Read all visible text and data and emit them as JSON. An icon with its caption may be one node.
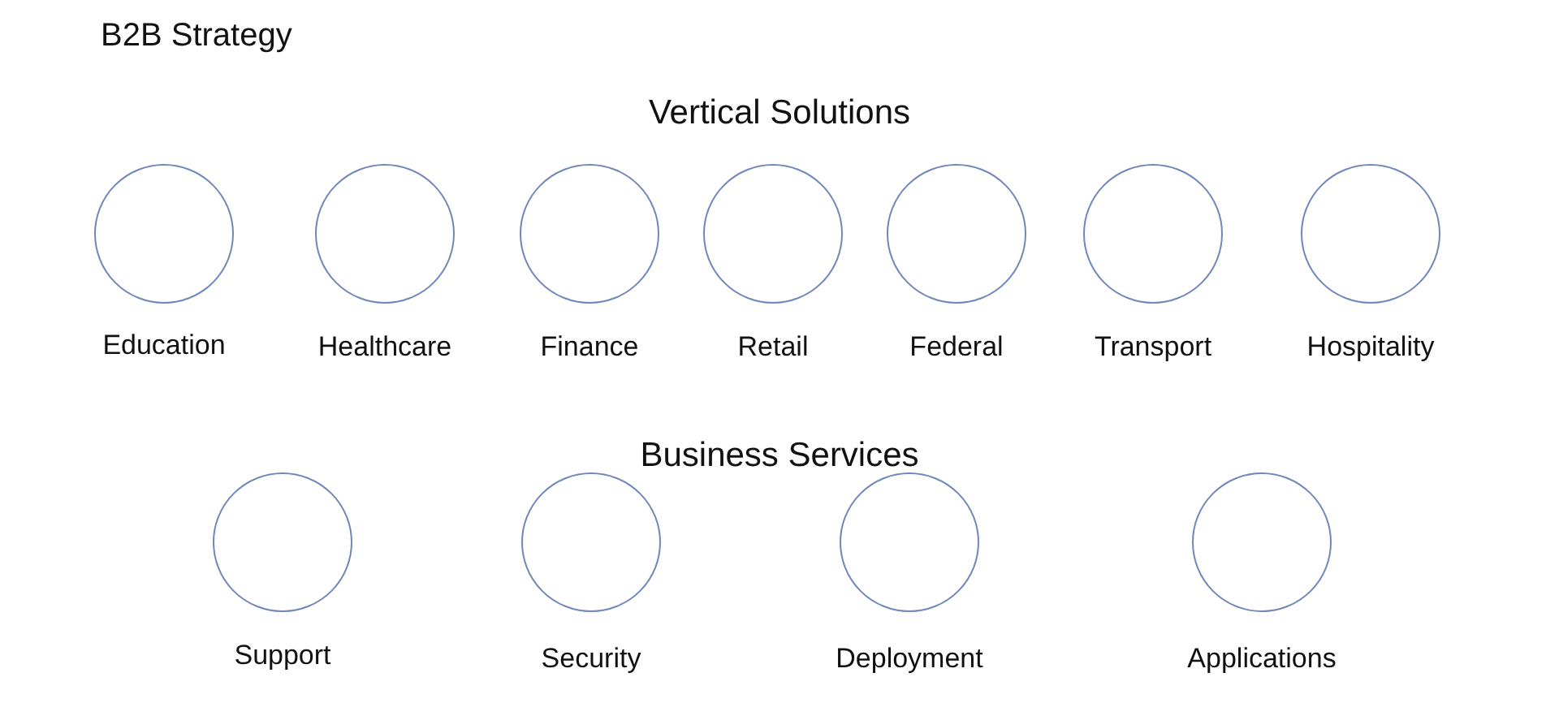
{
  "diagram": {
    "title": "B2B Strategy",
    "nodes": [
      {
        "text": [],
        "shape": "circle",
        "beside": [
          "Education"
        ]
      },
      {
        "text": [],
        "shape": "circle",
        "beside": [
          "Healthcare"
        ]
      },
      {
        "text": [],
        "shape": "circle",
        "beside": [
          "Finance"
        ]
      },
      {
        "text": [],
        "shape": "circle",
        "beside": [
          "Retail"
        ]
      },
      {
        "text": [],
        "shape": "circle",
        "beside": [
          "Federal"
        ]
      },
      {
        "text": [],
        "shape": "circle",
        "beside": [
          "Transport"
        ]
      },
      {
        "text": [],
        "shape": "circle",
        "beside": [
          "Hospitality"
        ]
      },
      {
        "text": [],
        "shape": "circle",
        "beside": [
          "Support"
        ]
      },
      {
        "text": [],
        "shape": "circle",
        "beside": [
          "Security"
        ]
      },
      {
        "text": [],
        "shape": "circle",
        "beside": [
          "Deployment"
        ]
      },
      {
        "text": [],
        "shape": "circle",
        "beside": [
          "Applications"
        ]
      }
    ],
    "edges": [],
    "labels": [
      "Vertical Solutions",
      "Business Services"
    ]
  }
}
